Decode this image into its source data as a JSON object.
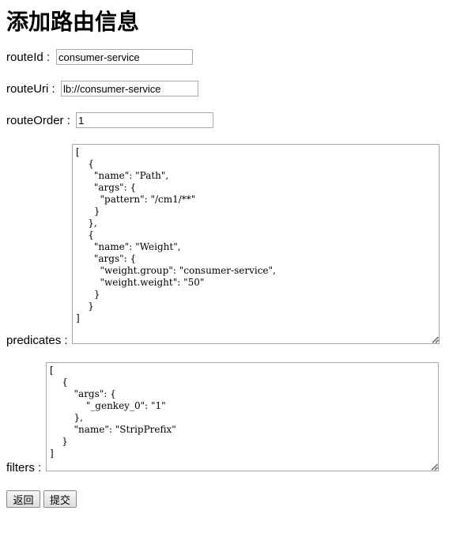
{
  "page": {
    "title": "添加路由信息"
  },
  "form": {
    "route_id": {
      "label": "routeId :",
      "value": "consumer-service"
    },
    "route_uri": {
      "label": "routeUri :",
      "value": "lb://consumer-service"
    },
    "route_order": {
      "label": "routeOrder :",
      "value": "1"
    },
    "predicates": {
      "label": "predicates :",
      "value": "[\n    {\n      \"name\": \"Path\",\n      \"args\": {\n        \"pattern\": \"/cm1/**\"\n      }\n    },\n    {\n      \"name\": \"Weight\",\n      \"args\": {\n        \"weight.group\": \"consumer-service\",\n        \"weight.weight\": \"50\"\n      }\n    }\n]"
    },
    "filters": {
      "label": "filters :",
      "value": "[\n    {\n        \"args\": {\n            \"_genkey_0\": \"1\"\n        },\n        \"name\": \"StripPrefix\"\n    }\n]"
    }
  },
  "actions": {
    "back_label": "返回",
    "submit_label": "提交"
  }
}
